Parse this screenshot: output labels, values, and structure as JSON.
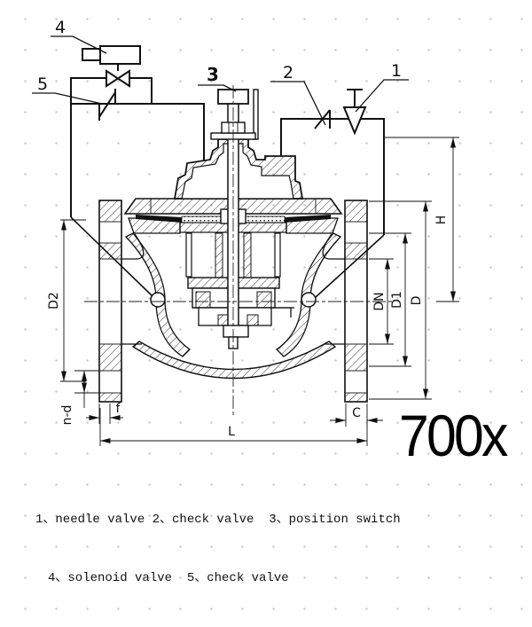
{
  "magnification": "700x",
  "legend": {
    "line1": "1、needle valve 2、check valve  3、position switch",
    "line2": "4、solenoid valve  5、check valve"
  },
  "callouts": {
    "needle_valve": "1",
    "check_valve_top": "2",
    "position_switch": "3",
    "solenoid_valve": "4",
    "check_valve_left": "5"
  },
  "dims": {
    "d2": "D2",
    "n_d": "n-d",
    "f": "f",
    "l": "L",
    "c": "C",
    "dn": "DN",
    "d1": "D1",
    "d": "D",
    "h": "H"
  },
  "colors": {
    "line": "#111111",
    "background": "#ffffff",
    "grid_dots": "#c9c9c9"
  }
}
